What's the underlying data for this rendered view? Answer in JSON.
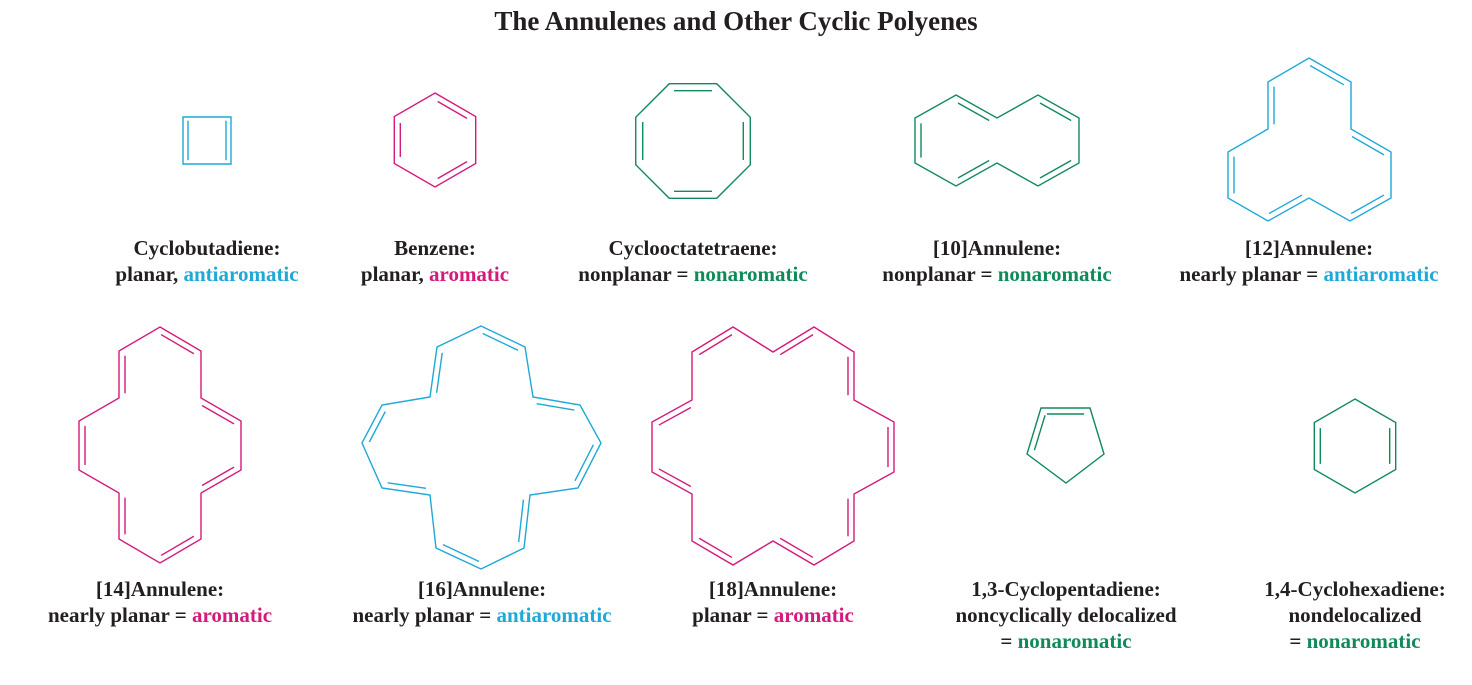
{
  "title": "The Annulenes and Other Cyclic Polyenes",
  "colors": {
    "antiaromatic": "#1fa8d8",
    "aromatic": "#d41a7c",
    "nonaromatic": "#108a5a"
  },
  "molecules": [
    {
      "id": "cyclobutadiene",
      "name": "Cyclobutadiene:",
      "desc": "planar, ",
      "class_label": "antiaromatic",
      "class": "antiaromatic",
      "pre_label": ""
    },
    {
      "id": "benzene",
      "name": "Benzene:",
      "desc": "planar, ",
      "class_label": "aromatic",
      "class": "aromatic",
      "pre_label": ""
    },
    {
      "id": "cyclooctatetraene",
      "name": "Cyclooctatetraene:",
      "desc": "nonplanar = ",
      "class_label": "nonaromatic",
      "class": "nonaromatic",
      "pre_label": ""
    },
    {
      "id": "annulene-10",
      "name": "[10]Annulene:",
      "desc": "nonplanar = ",
      "class_label": "nonaromatic",
      "class": "nonaromatic",
      "pre_label": ""
    },
    {
      "id": "annulene-12",
      "name": "[12]Annulene:",
      "desc": "nearly planar = ",
      "class_label": "antiaromatic",
      "class": "antiaromatic",
      "pre_label": ""
    },
    {
      "id": "annulene-14",
      "name": "[14]Annulene:",
      "desc": "nearly planar = ",
      "class_label": "aromatic",
      "class": "aromatic",
      "pre_label": ""
    },
    {
      "id": "annulene-16",
      "name": "[16]Annulene:",
      "desc": "nearly planar = ",
      "class_label": "antiaromatic",
      "class": "antiaromatic",
      "pre_label": ""
    },
    {
      "id": "annulene-18",
      "name": "[18]Annulene:",
      "desc": "planar = ",
      "class_label": "aromatic",
      "class": "aromatic",
      "pre_label": ""
    },
    {
      "id": "cyclopentadiene",
      "name": "1,3-Cyclopentadiene:",
      "desc": "noncyclically delocalized",
      "pre_label": "= ",
      "class_label": "nonaromatic",
      "class": "nonaromatic"
    },
    {
      "id": "cyclohexadiene",
      "name": "1,4-Cyclohexadiene:",
      "desc": "nondelocalized",
      "pre_label": "= ",
      "class_label": "nonaromatic",
      "class": "nonaromatic"
    }
  ]
}
